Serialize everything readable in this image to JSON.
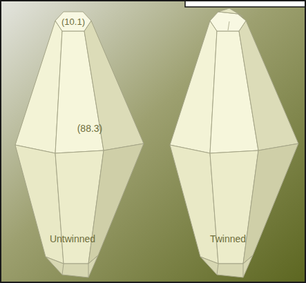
{
  "diagram": {
    "labels": [
      "(10.1)",
      "(88.3)",
      "Untwinned",
      "Twinned"
    ]
  }
}
